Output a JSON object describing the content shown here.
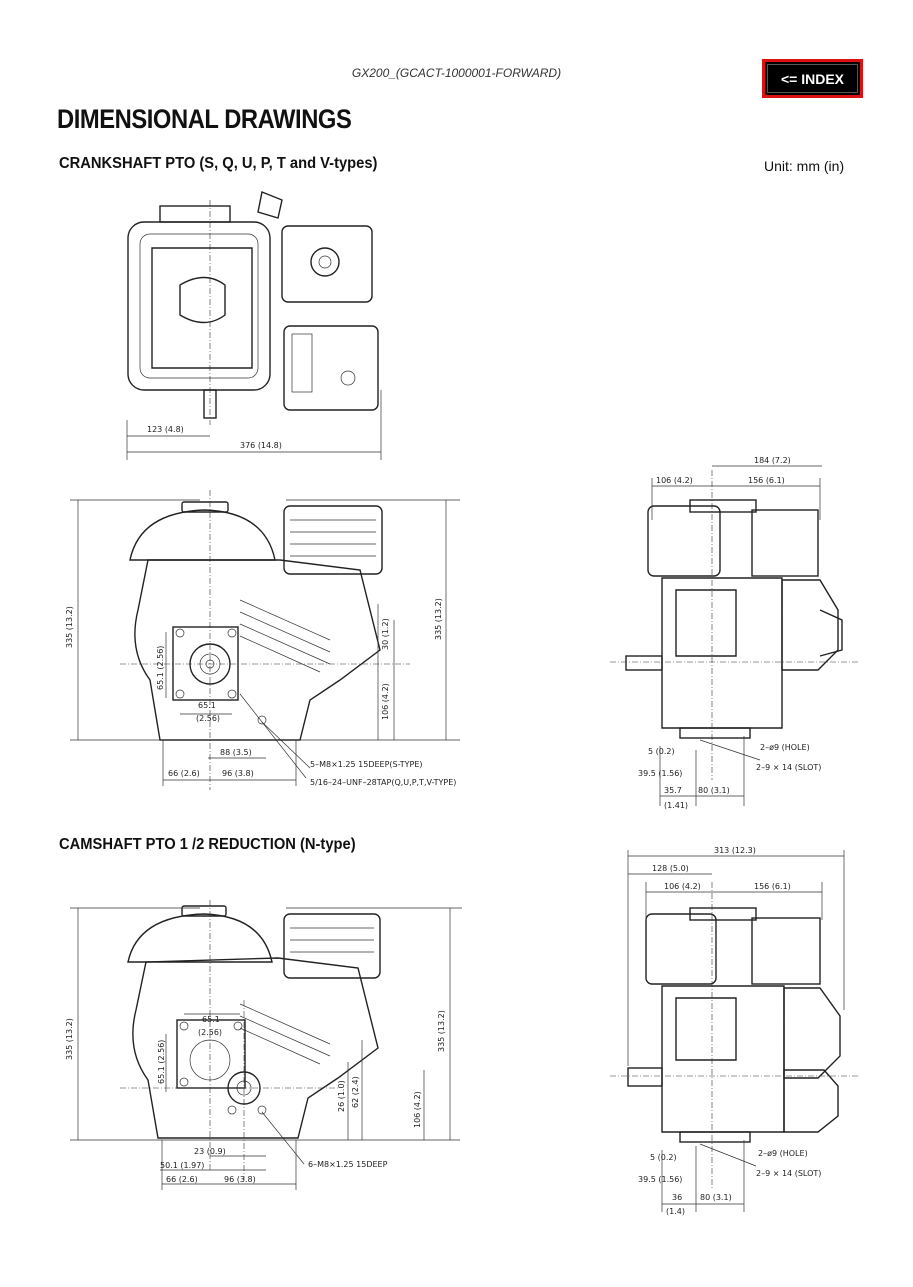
{
  "header": {
    "doc_id": "GX200_(GCACT-1000001-FORWARD)",
    "index_label": "<= INDEX"
  },
  "title": "DIMENSIONAL DRAWINGS",
  "unit": "Unit: mm (in)",
  "sections": {
    "crankshaft": {
      "heading": "CRANKSHAFT PTO (S, Q, U, P, T and V-types)",
      "top_view": {
        "d1": "123 (4.8)",
        "d2": "376 (14.8)"
      },
      "front_view": {
        "height_left": "335 (13.2)",
        "height_right": "335 (13.2)",
        "d30": "30 (1.2)",
        "d106": "106 (4.2)",
        "d65_v": "65.1 (2.56)",
        "d65_h": "65.1",
        "d65_h_in": "(2.56)",
        "d88": "88 (3.5)",
        "d66": "66 (2.6)",
        "d96": "96 (3.8)",
        "note1": "5–M8×1.25 15DEEP(S-TYPE)",
        "note2": "5/16–24–UNF–28TAP(Q,U,P,T,V-TYPE)"
      },
      "side_view": {
        "d184": "184 (7.2)",
        "d106": "106 (4.2)",
        "d156": "156 (6.1)",
        "d5": "5 (0.2)",
        "d39": "39.5 (1.56)",
        "d35": "35.7",
        "d35_in": "(1.41)",
        "d80": "80 (3.1)",
        "hole": "2–ø9 (HOLE)",
        "slot": "2–9 × 14 (SLOT)"
      }
    },
    "camshaft": {
      "heading": "CAMSHAFT  PTO 1 /2 REDUCTION (N-type)",
      "front_view": {
        "height_left": "335 (13.2)",
        "height_right": "335 (13.2)",
        "d65_h": "65.1",
        "d65_h_in": "(2.56)",
        "d65_v": "65.1 (2.56)",
        "d26": "26 (1.0)",
        "d62": "62 (2.4)",
        "d106": "106 (4.2)",
        "d23": "23 (0.9)",
        "d50": "50.1 (1.97)",
        "d66": "66 (2.6)",
        "d96": "96 (3.8)",
        "note": "6–M8×1.25 15DEEP"
      },
      "side_view": {
        "d313": "313 (12.3)",
        "d128": "128 (5.0)",
        "d106": "106 (4.2)",
        "d156": "156 (6.1)",
        "d5": "5 (0.2)",
        "d39": "39.5 (1.56)",
        "d36": "36",
        "d36_in": "(1.4)",
        "d80": "80 (3.1)",
        "hole": "2–ø9 (HOLE)",
        "slot": "2–9 × 14 (SLOT)"
      }
    }
  }
}
